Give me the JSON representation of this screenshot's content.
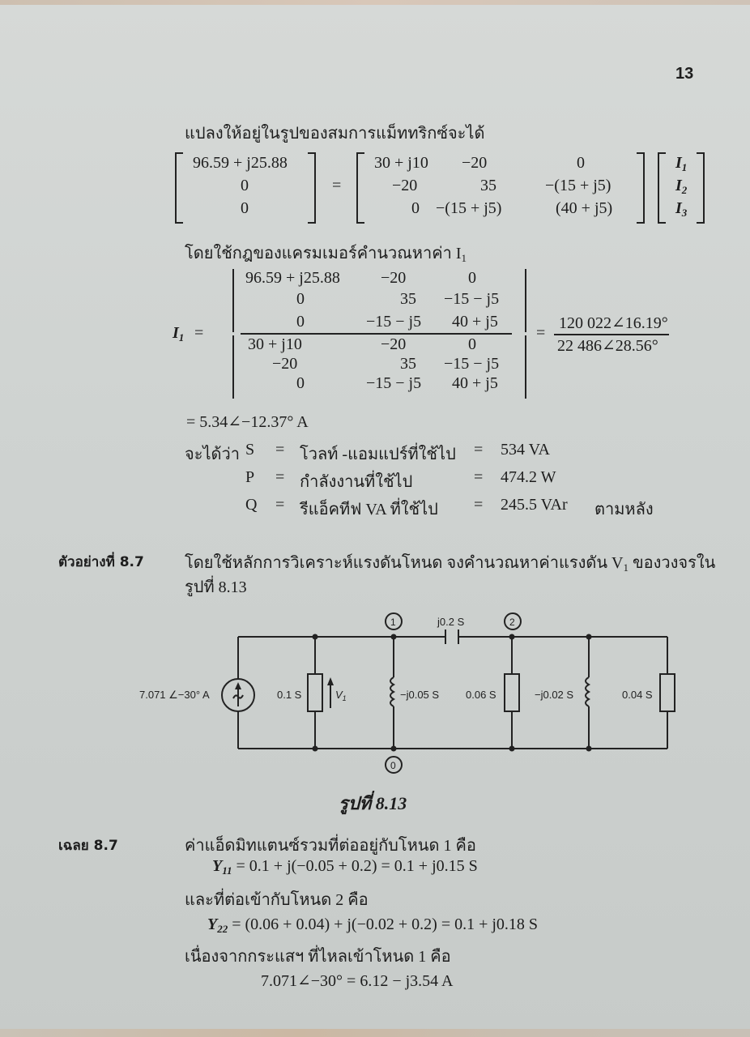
{
  "page_number": "13",
  "intro_text": "แปลงให้อยู่ในรูปของสมการแม็ททริกซ์จะได้",
  "matrix_equation": {
    "lhs": [
      "96.59 + j25.88",
      "0",
      "0"
    ],
    "equals": "=",
    "matrix": [
      [
        "30 + j10",
        "−20",
        "0"
      ],
      [
        "−20",
        "35",
        "−(15 + j5)"
      ],
      [
        "0",
        "−(15 + j5)",
        "(40 + j5)"
      ]
    ],
    "unknowns": [
      "I",
      "I",
      "I"
    ],
    "unknown_subs": [
      "1",
      "2",
      "3"
    ]
  },
  "cramer_text": "โดยใช้กฎของแครมเมอร์คำนวณหาค่า I",
  "cramer_sub": "1",
  "cramer": {
    "lhs": "I",
    "lhs_sub": "1",
    "lhs_eq": "=",
    "numerator": [
      [
        "96.59 + j25.88",
        "−20",
        "0"
      ],
      [
        "0",
        "35",
        "−15 − j5"
      ],
      [
        "0",
        "−15 − j5",
        "40 + j5"
      ]
    ],
    "denominator": [
      [
        "30 + j10",
        "−20",
        "0"
      ],
      [
        "−20",
        "35",
        "−15 − j5"
      ],
      [
        "0",
        "−15 − j5",
        "40 + j5"
      ]
    ],
    "result_eq": "=",
    "result_num": "120 022∠16.19°",
    "result_den": "22 486∠28.56°"
  },
  "i1_result": "= 5.34∠−12.37° A",
  "power_intro": "จะได้ว่า",
  "power_rows": [
    {
      "sym": "S",
      "eq": "=",
      "desc": "โวลท์ -แอมแปร์ที่ใช้ไป",
      "eq2": "=",
      "value": "534 VA",
      "note": ""
    },
    {
      "sym": "P",
      "eq": "=",
      "desc": "กำลังงานที่ใช้ไป",
      "eq2": "=",
      "value": "474.2 W",
      "note": ""
    },
    {
      "sym": "Q",
      "eq": "=",
      "desc": "รีแอ็คทีฟ VA ที่ใช้ไป",
      "eq2": "=",
      "value": "245.5 VAr",
      "note": "ตามหลัง"
    }
  ],
  "example": {
    "label": "ตัวอย่างที่ 8.7",
    "line1": "โดยใช้หลักการวิเคราะห์แรงดันโหนด จงคำนวณหาค่าแรงดัน V",
    "line1_sub": "1",
    "line1_tail": " ของวงจรใน",
    "line2": "รูปที่ 8.13"
  },
  "circuit": {
    "source_label": "7.071 ∠−30° A",
    "r1_label": "0.1 S",
    "v1_label": "V",
    "v1_sub": "1",
    "l1_label": "−j0.05 S",
    "cap_label": "j0.2 S",
    "r2_label": "0.06 S",
    "l2_label": "−j0.02 S",
    "r3_label": "0.04 S",
    "node1": "1",
    "node2": "2",
    "node0": "0",
    "caption": "รูปที่ 8.13"
  },
  "solution": {
    "label": "เฉลย 8.7",
    "line1": "ค่าแอ็ดมิทแตนซ์รวมที่ต่ออยู่กับโหนด 1 คือ",
    "y11_sym": "Y",
    "y11_sub": "11",
    "y11_expr": " = 0.1 + j(−0.05 + 0.2) = 0.1 + j0.15 S",
    "line2": "และที่ต่อเข้ากับโหนด 2 คือ",
    "y22_sym": "Y",
    "y22_sub": "22",
    "y22_expr": " = (0.06 + 0.04) + j(−0.02 + 0.2) = 0.1 + j0.18 S",
    "line3": "เนื่องจากกระแสฯ ที่ไหลเข้าโหนด 1 คือ",
    "current_expr": "7.071∠−30° = 6.12 − j3.54 A"
  }
}
